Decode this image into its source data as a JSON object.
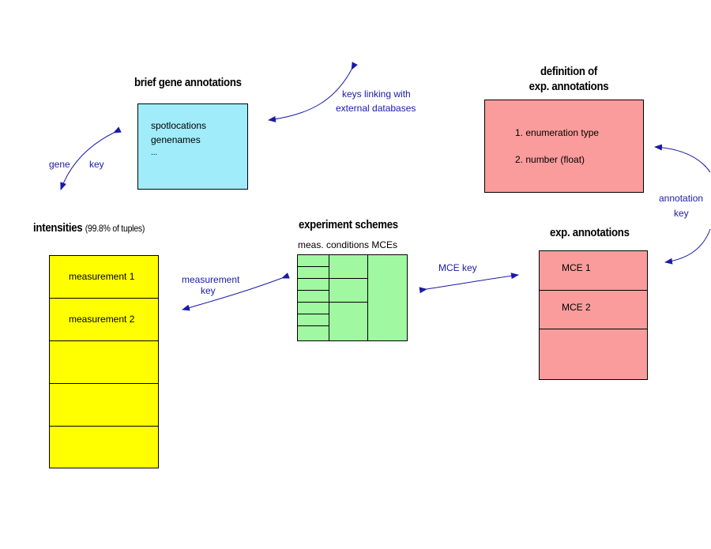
{
  "gene_annotations": {
    "title": "brief gene annotations",
    "lines": [
      "spotlocations",
      "genenames",
      "..."
    ],
    "color": "#a0ecfa"
  },
  "exp_definition": {
    "title_line1": "definition of",
    "title_line2": "exp. annotations",
    "items": [
      "1. enumeration type",
      "2. number (float)"
    ],
    "color": "#fa9c9c"
  },
  "intensities": {
    "title": "intensities",
    "subtitle": "(99.8% of tuples)",
    "rows": [
      "measurement 1",
      "measurement 2",
      "",
      "",
      ""
    ],
    "color": "#ffff00"
  },
  "experiment_schemes": {
    "title": "experiment schemes",
    "subtitle": "meas. conditions MCEs",
    "color": "#a0f8a0"
  },
  "exp_annotations": {
    "title": "exp. annotations",
    "rows": [
      "MCE 1",
      "MCE 2",
      ""
    ],
    "color": "#fa9c9c"
  },
  "links": {
    "gene": "gene",
    "key": "key",
    "external_line1": "keys linking with",
    "external_line2": "external databases",
    "measurement_line1": "measurement",
    "measurement_line2": "key",
    "mce": "MCE key",
    "annotation_line1": "annotation",
    "annotation_line2": "key",
    "arrow_color": "#1a1aa8"
  }
}
